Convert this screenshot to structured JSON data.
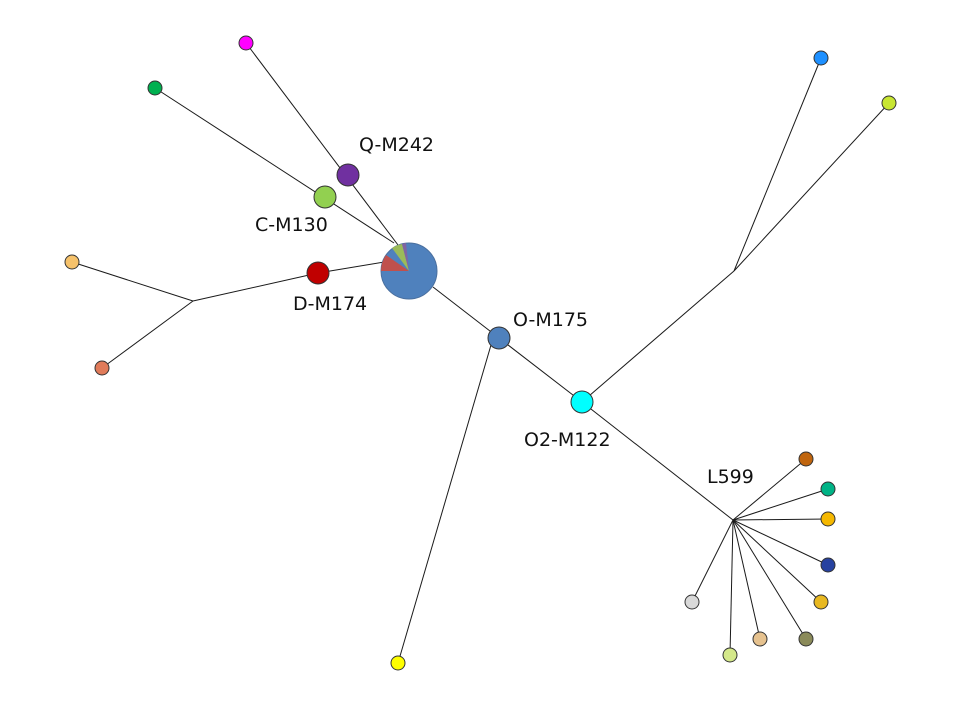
{
  "diagram": {
    "type": "haplogroup-network",
    "labels": {
      "q_m242": "Q-M242",
      "c_m130": "C-M130",
      "d_m174": "D-M174",
      "o_m175": "O-M175",
      "o2_m122": "O2-M122",
      "l599": "L599"
    },
    "colors": {
      "root_main": "#4f81bd",
      "root_slice_red": "#c0504d",
      "root_slice_green": "#9bbb59",
      "root_slice_purple": "#8064a2",
      "q_m242": "#7030a0",
      "c_m130": "#92d050",
      "d_m174": "#c00000",
      "o_m175": "#4f81bd",
      "o2_m122": "#00ffff",
      "tip_magenta": "#ff00ff",
      "tip_green": "#00b050",
      "tip_light_orange": "#f6c26b",
      "tip_coral": "#e07b5a",
      "tip_yellow": "#ffff00",
      "tip_blue": "#1e90ff",
      "tip_yellow_green": "#c8e632",
      "tip_brown": "#c0650e",
      "tip_teal": "#00b386",
      "tip_gold": "#f5b800",
      "tip_navy": "#2742a0",
      "tip_amber": "#e8b820",
      "tip_olive": "#8b8b5a",
      "tip_tan": "#e6c28f",
      "tip_light_green": "#d4e88a",
      "tip_grey": "#d9d9d9"
    }
  }
}
